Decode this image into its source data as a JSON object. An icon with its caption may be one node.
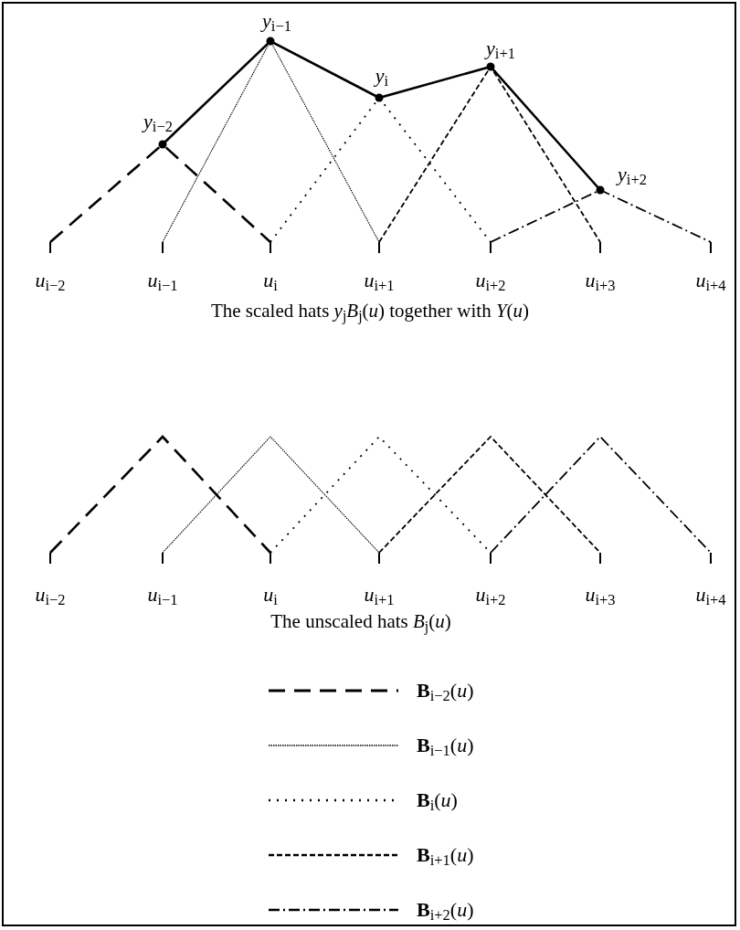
{
  "diagram": {
    "labels": [
      "*y*$_{i−1}$",
      "*y*$_{i+1}$",
      "*y*$_{i}$",
      "*y*$_{i−2}$",
      "*y*$_{i+2}$",
      "*u*$_{i−2}$",
      "*u*$_{i−1}$",
      "*u*$_{i}$",
      "*u*$_{i+1}$",
      "*u*$_{i+2}$",
      "*u*$_{i+3}$",
      "*u*$_{i+4}$",
      "The scaled hats *y*$_{j}$*B*$_{j}$(*u*) together with *Y*(*u*)",
      "*u*$_{i−2}$",
      "*u*$_{i−1}$",
      "*u*$_{i}$",
      "*u*$_{i+1}$",
      "*u*$_{i+2}$",
      "*u*$_{i+3}$",
      "*u*$_{i+4}$",
      "The unscaled hats *B*$_{j}$(*u*)"
    ],
    "legend": [
      {
        "text": "**B**$_{i−2}$(*u*)"
      },
      {
        "text": "**B**$_{i−1}$(*u*)"
      },
      {
        "text": "**B**$_{i}$(*u*)"
      },
      {
        "text": "**B**$_{i+1}$(*u*)"
      },
      {
        "text": "**B**$_{i+2}$(*u*)"
      }
    ]
  }
}
